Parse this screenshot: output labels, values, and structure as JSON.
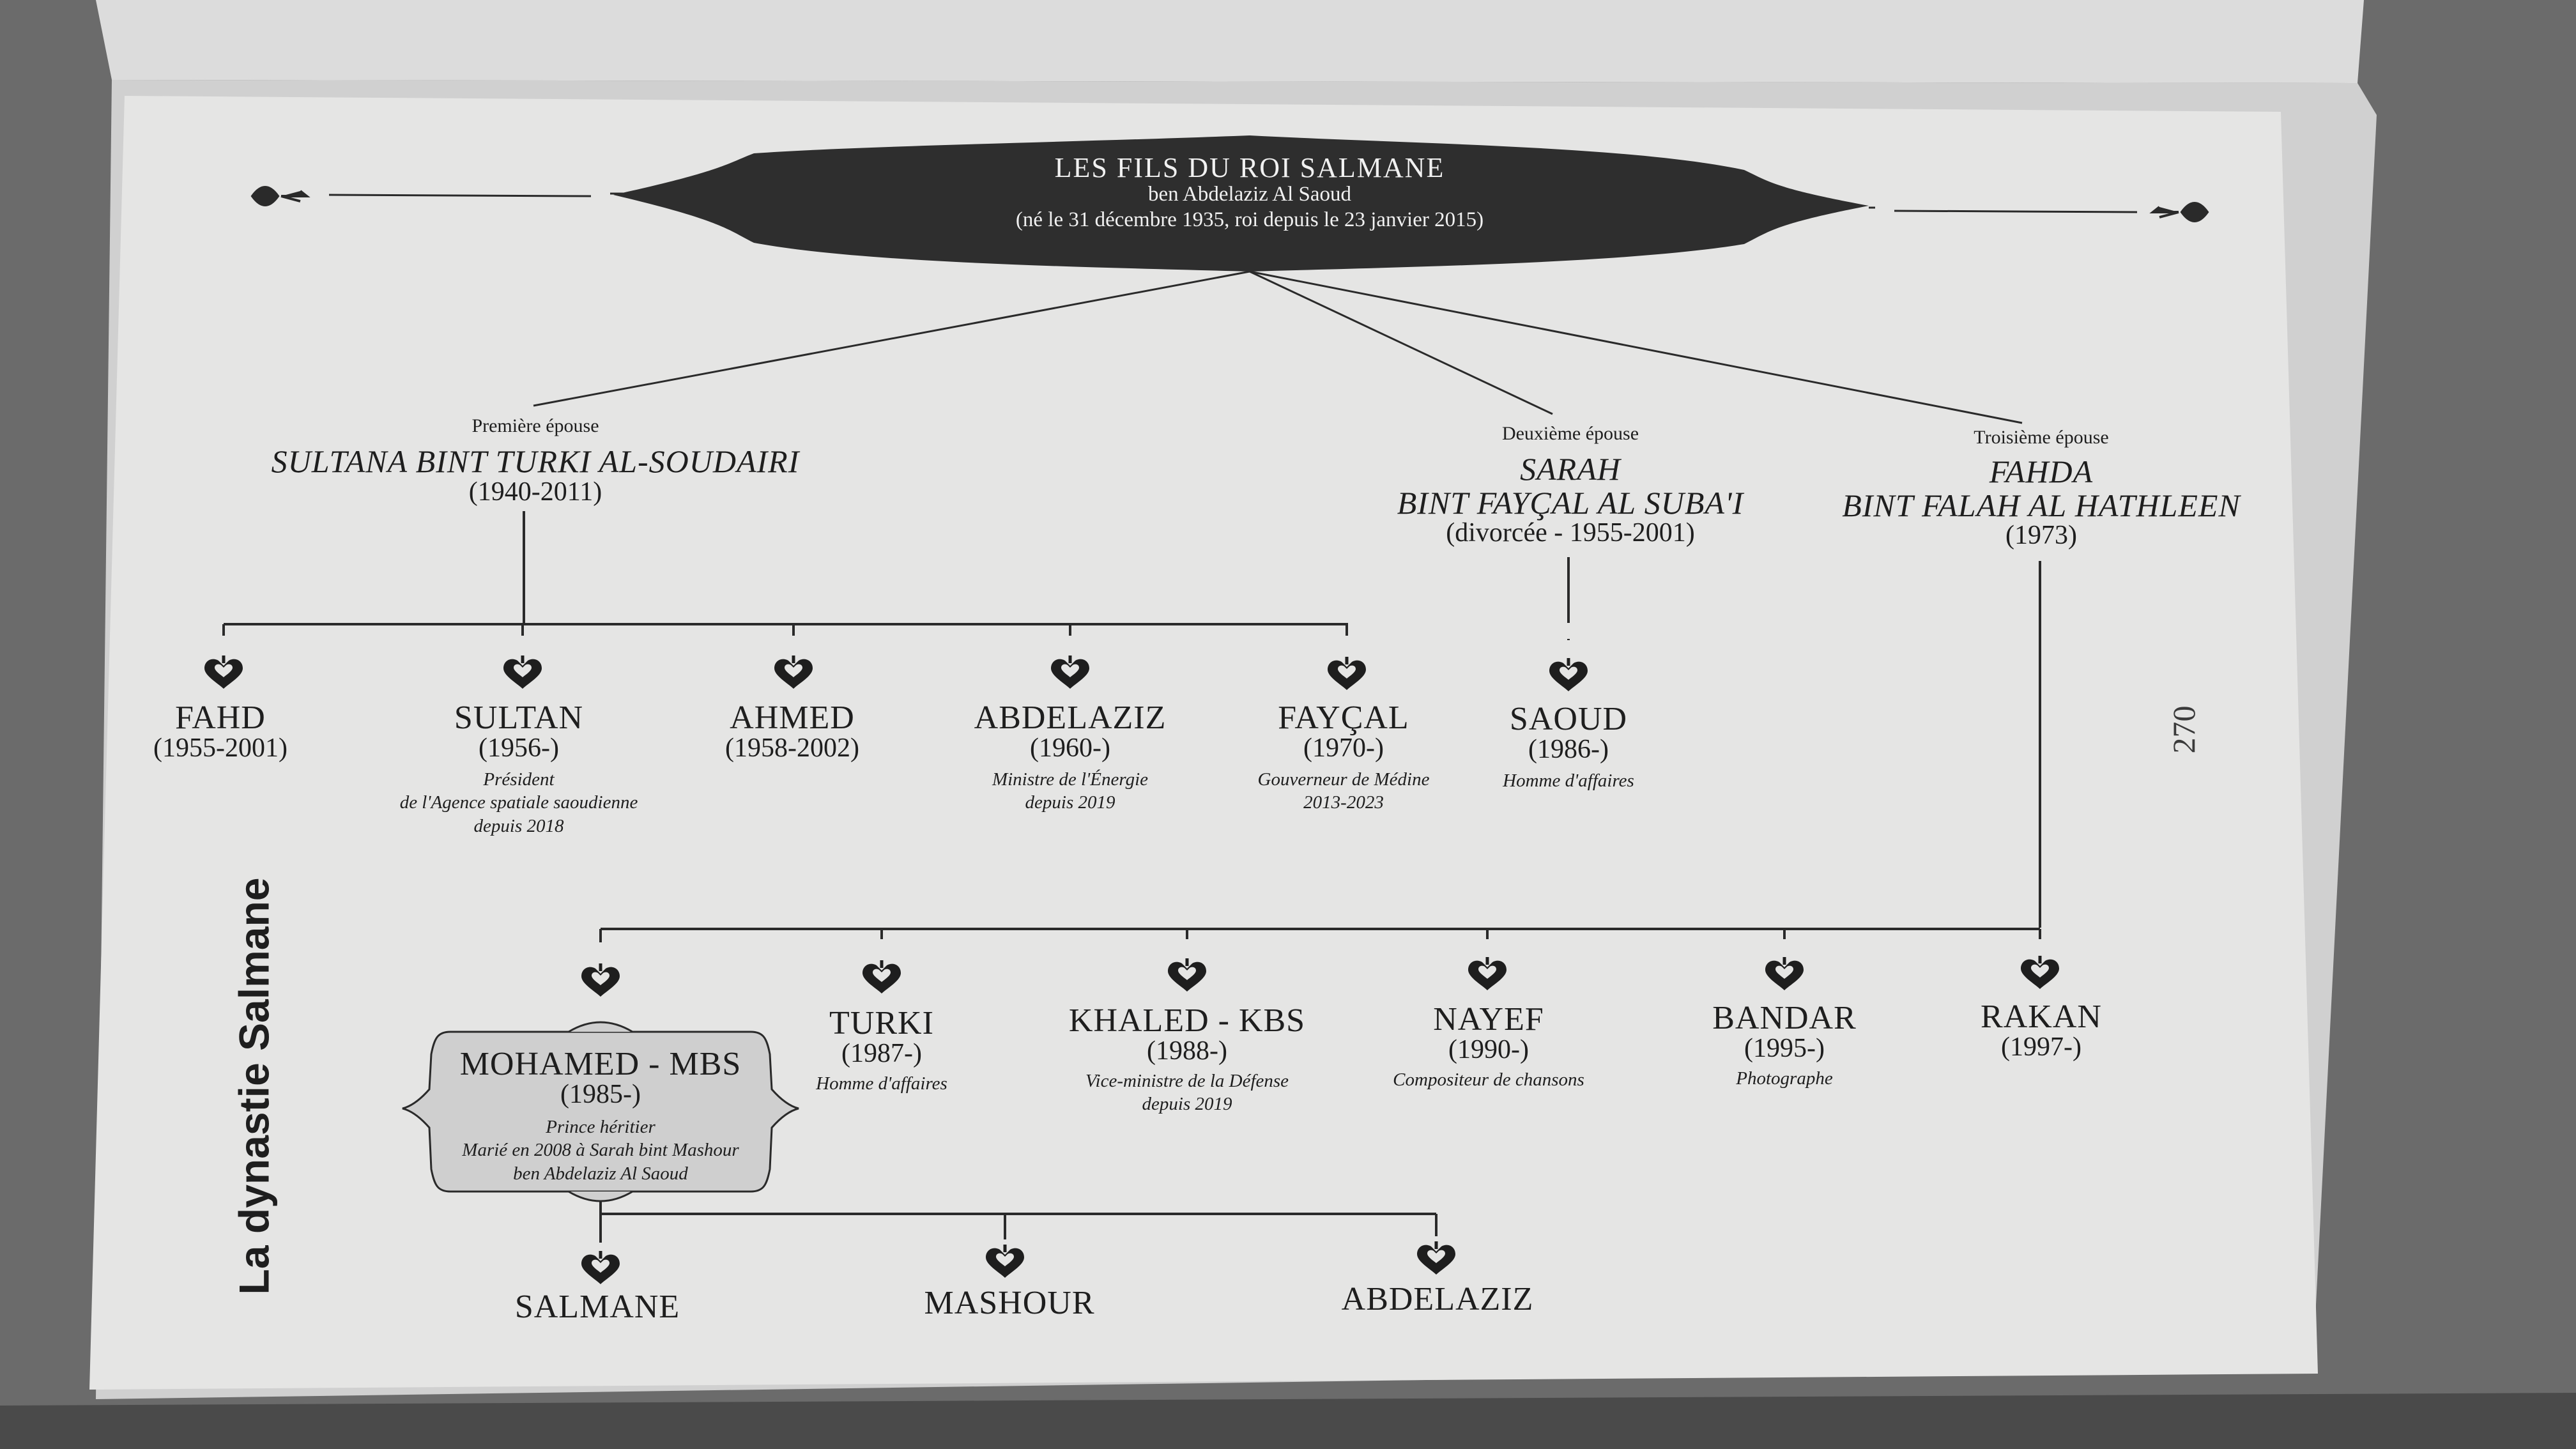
{
  "header": {
    "title": "LES FILS DU ROI SALMANE",
    "subtitle": "ben Abdelaziz Al Saoud",
    "dates": "(né le 31 décembre 1935, roi depuis le 23 janvier 2015)"
  },
  "side_title": {
    "line1": "La dynastie",
    "line2": "Salmane"
  },
  "page_number": "270",
  "wives": [
    {
      "label": "Première épouse",
      "name_line1": "SULTANA BINT TURKI AL-SOUDAIRI",
      "name_line2": "",
      "years": "(1940-2011)"
    },
    {
      "label": "Deuxième épouse",
      "name_line1": "SARAH",
      "name_line2": "BINT FAYÇAL AL SUBA'I",
      "years": "(divorcée - 1955-2001)"
    },
    {
      "label": "Troisième épouse",
      "name_line1": "FAHDA",
      "name_line2": "BINT FALAH AL HATHLEEN",
      "years": "(1973)"
    }
  ],
  "sons": [
    {
      "name": "FAHD",
      "years": "(1955-2001)",
      "note": []
    },
    {
      "name": "SULTAN",
      "years": "(1956-)",
      "note": [
        "Président",
        "de l'Agence spatiale saoudienne",
        "depuis 2018"
      ]
    },
    {
      "name": "AHMED",
      "years": "(1958-2002)",
      "note": []
    },
    {
      "name": "ABDELAZIZ",
      "years": "(1960-)",
      "note": [
        "Ministre de l'Énergie",
        "depuis 2019"
      ]
    },
    {
      "name": "FAYÇAL",
      "years": "(1970-)",
      "note": [
        "Gouverneur de Médine",
        "2013-2023"
      ]
    },
    {
      "name": "SAOUD",
      "years": "(1986-)",
      "note": [
        "Homme d'affaires"
      ]
    },
    {
      "name": "MOHAMED - MBS",
      "years": "(1985-)",
      "note": [
        "Prince héritier",
        "Marié en 2008 à Sarah bint Mashour",
        "ben Abdelaziz Al Saoud"
      ]
    },
    {
      "name": "TURKI",
      "years": "(1987-)",
      "note": [
        "Homme d'affaires"
      ]
    },
    {
      "name": "KHALED - KBS",
      "years": "(1988-)",
      "note": [
        "Vice-ministre de la Défense",
        "depuis 2019"
      ]
    },
    {
      "name": "NAYEF",
      "years": "(1990-)",
      "note": [
        "Compositeur de chansons"
      ]
    },
    {
      "name": "BANDAR",
      "years": "(1995-)",
      "note": [
        "Photographe"
      ]
    },
    {
      "name": "RAKAN",
      "years": "(1997-)",
      "note": []
    }
  ],
  "grandsons": [
    {
      "name": "SALMANE"
    },
    {
      "name": "MASHOUR"
    },
    {
      "name": "ABDELAZIZ"
    }
  ],
  "colors": {
    "paper": "#e5e5e4",
    "ink": "#1e1e1e",
    "banner": "#2e2e2e",
    "highlight_box": "#cfcfcf"
  }
}
